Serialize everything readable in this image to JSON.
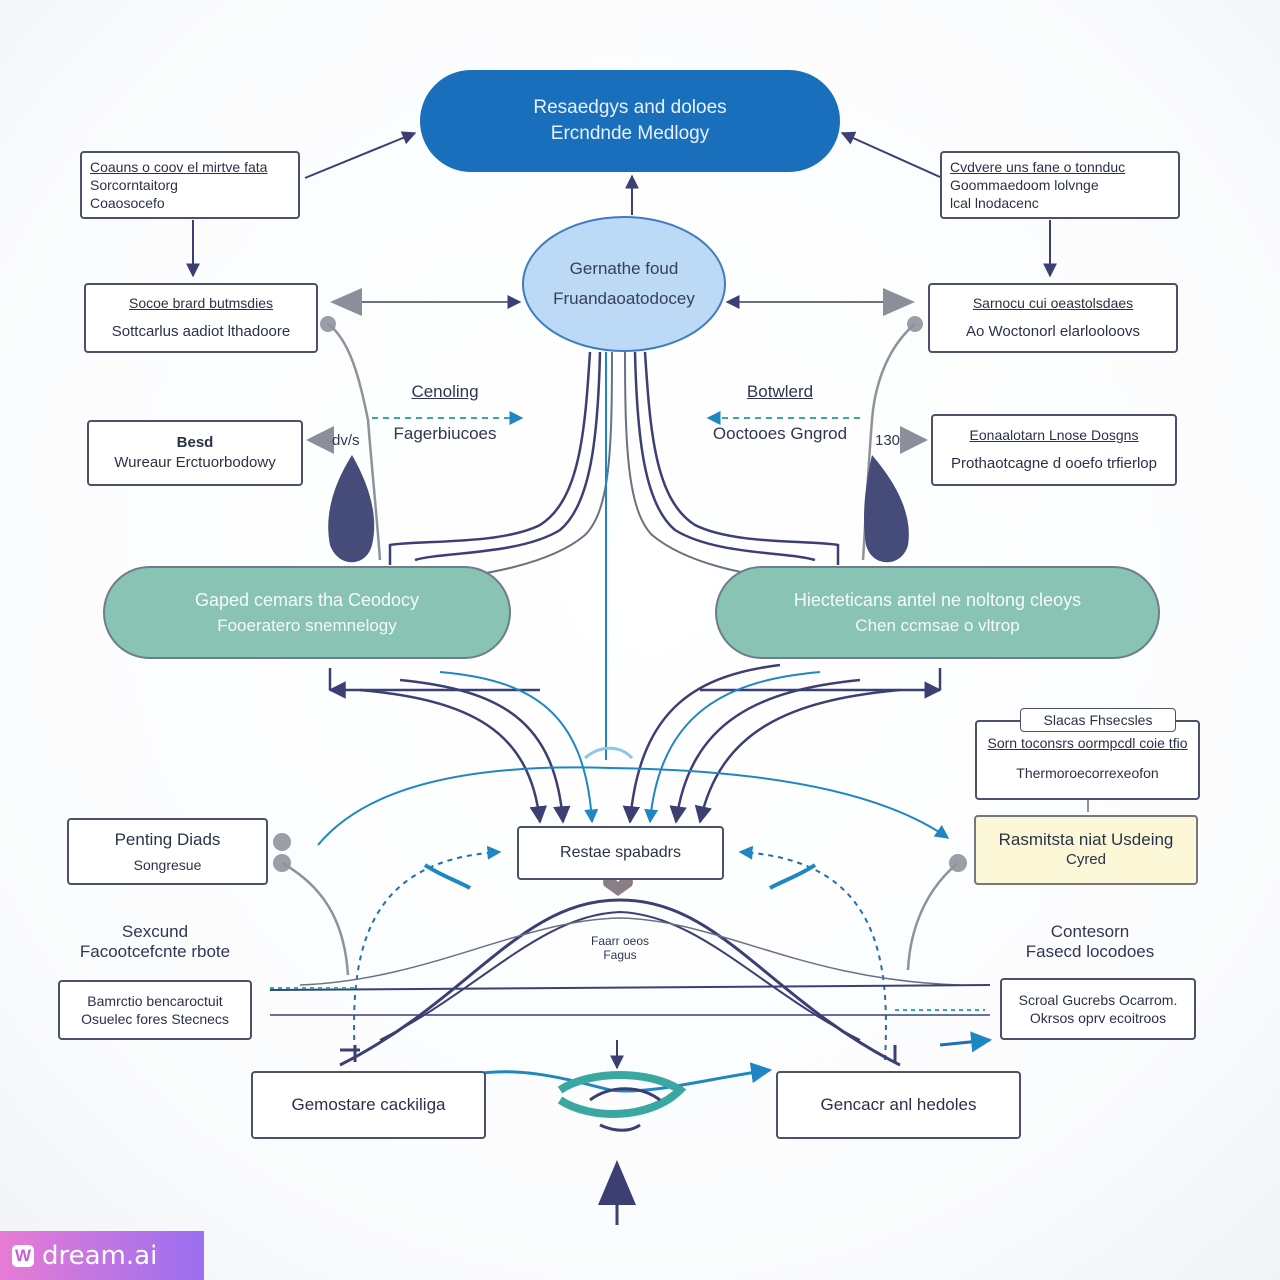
{
  "top": {
    "line1": "Resaedgys and doloes",
    "line2": "Ercndnde Medlogy"
  },
  "center": {
    "line1": "Gernathe foud",
    "line2": "Fruandaoatodocey"
  },
  "left_top_box": {
    "line1": "Coauns o coov el mirtve fata",
    "line2": "Sorcorntaitorg",
    "line3": "Coaosocefo"
  },
  "right_top_box": {
    "line1": "Cvdvere uns fane o tonnduc",
    "line2": "Goommaedoom lolvnge",
    "line3": "lcal lnodacenc"
  },
  "left_box_2": {
    "line1": "Socoe brard butmsdies",
    "line2": "Sottcarlus aadiot lthadoore"
  },
  "right_box_2": {
    "line1": "Sarnocu cui oeastolsdaes",
    "line2": "Ao Woctonorl elarlooloovs"
  },
  "left_box_3": {
    "line1": "Besd",
    "line2": "Wureaur Erctuorbodowy"
  },
  "right_box_3": {
    "line1": "Eonaalotarn Lnose Dosgns",
    "line2": "Prothaotcagne d ooefo trfierlop"
  },
  "label_left_mid": {
    "line1": "Cenoling",
    "line2": "Fagerbiucoes"
  },
  "label_right_mid": {
    "line1": "Botwlerd",
    "line2": "Ooctooes Gngrod"
  },
  "tag_left": "dv/s",
  "tag_right": "130",
  "green_left": {
    "line1": "Gaped cemars tha Ceodocy",
    "line2": "Fooeratero snemnelogy"
  },
  "green_right": {
    "line1": "Hiecteticans antel ne noltong cleoys",
    "line2": "Chen ccmsae o vltrop"
  },
  "right_box_4": {
    "tab": "Slacas Fhsecsles",
    "line1": "Sorn toconsrs oormpcdl coie tfio",
    "line2": "Thermoroecorrexeofon"
  },
  "left_box_5": {
    "line1": "Penting Diads",
    "line2": "Songresue"
  },
  "center_box": {
    "line1": "Restae spabadrs"
  },
  "yellow_box": {
    "line1": "Rasmitsta niat Usdeing",
    "line2": "Cyred"
  },
  "label_left_low": {
    "line1": "Sexcund",
    "line2": "Facootcefcnte rbote"
  },
  "label_right_low": {
    "line1": "Contesorn",
    "line2": "Fasecd locodoes"
  },
  "curve_label": {
    "line1": "Faarr oeos",
    "line2": "Fagus"
  },
  "left_box_6": {
    "line1": "Bamrctio bencaroctuit",
    "line2": "Osuelec fores Stecnecs"
  },
  "right_box_6": {
    "line1": "Scroal Gucrebs Ocarrom.",
    "line2": "Okrsos oprv ecoitroos"
  },
  "bottom_left": {
    "line1": "Gemostare cackiliga"
  },
  "bottom_right": {
    "line1": "Gencacr anl hedoles"
  },
  "watermark": {
    "logo": "W",
    "name": "dream.ai"
  },
  "colors": {
    "navy": "#3b3f74",
    "blue": "#1a6fbd",
    "teal": "#88c3b3",
    "lightblue": "#bcd9f5",
    "yellow": "#fbf7d7",
    "line_blue": "#1f86c4"
  }
}
